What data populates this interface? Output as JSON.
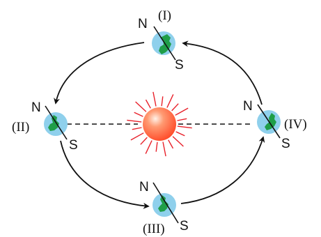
{
  "positions": [
    {
      "id": "I",
      "label": "(I)",
      "north": "N",
      "south": "S"
    },
    {
      "id": "II",
      "label": "(II)",
      "north": "N",
      "south": "S"
    },
    {
      "id": "III",
      "label": "(III)",
      "north": "N",
      "south": "S"
    },
    {
      "id": "IV",
      "label": "(IV)",
      "north": "N",
      "south": "S"
    }
  ],
  "colors": {
    "earth_fill": "#8fd0ec",
    "land": "#1f9e48",
    "sun_core": "#ff5a32",
    "sun_highlight": "#fff2e8",
    "sun_rays": "#e8202a",
    "orbit": "#111111",
    "line": "#111111"
  },
  "icons": [
    "sun-icon",
    "earth-icon",
    "orbit-arrow"
  ]
}
